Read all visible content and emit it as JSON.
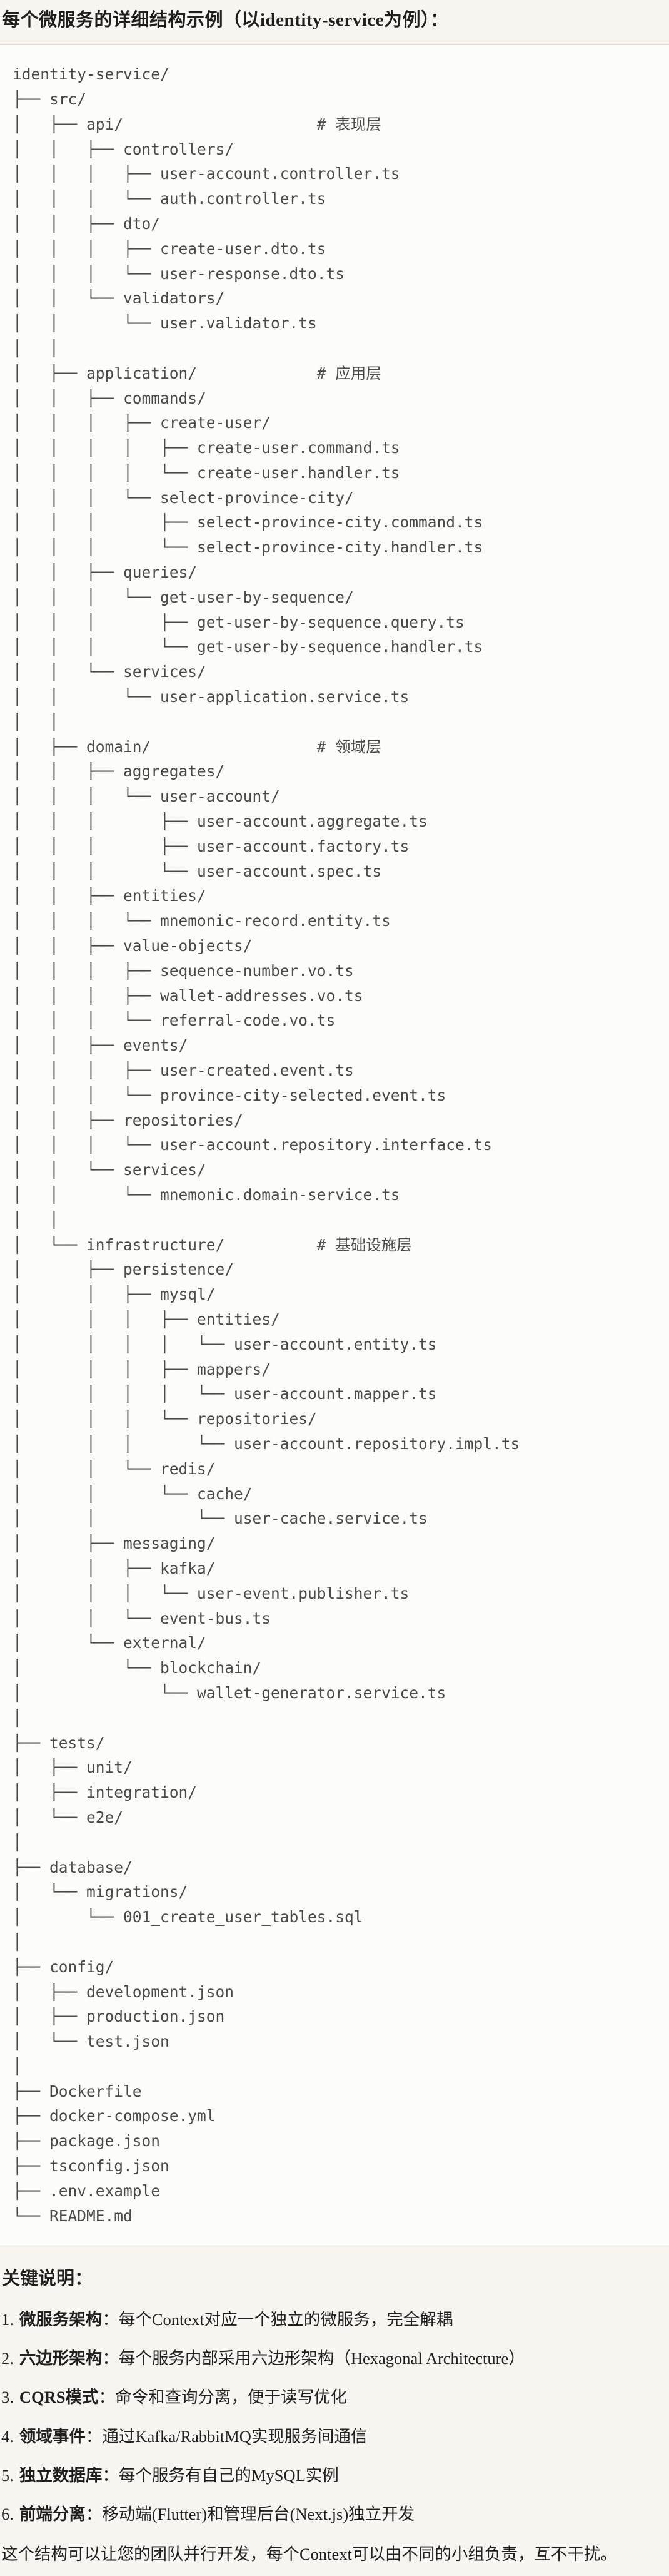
{
  "title": "每个微服务的详细结构示例（以identity-service为例）：",
  "tree": {
    "lines": [
      "identity-service/",
      "├── src/",
      "│   ├── api/                     # 表现层",
      "│   │   ├── controllers/",
      "│   │   │   ├── user-account.controller.ts",
      "│   │   │   └── auth.controller.ts",
      "│   │   ├── dto/",
      "│   │   │   ├── create-user.dto.ts",
      "│   │   │   └── user-response.dto.ts",
      "│   │   └── validators/",
      "│   │       └── user.validator.ts",
      "│   │",
      "│   ├── application/             # 应用层",
      "│   │   ├── commands/",
      "│   │   │   ├── create-user/",
      "│   │   │   │   ├── create-user.command.ts",
      "│   │   │   │   └── create-user.handler.ts",
      "│   │   │   └── select-province-city/",
      "│   │   │       ├── select-province-city.command.ts",
      "│   │   │       └── select-province-city.handler.ts",
      "│   │   ├── queries/",
      "│   │   │   └── get-user-by-sequence/",
      "│   │   │       ├── get-user-by-sequence.query.ts",
      "│   │   │       └── get-user-by-sequence.handler.ts",
      "│   │   └── services/",
      "│   │       └── user-application.service.ts",
      "│   │",
      "│   ├── domain/                  # 领域层",
      "│   │   ├── aggregates/",
      "│   │   │   └── user-account/",
      "│   │   │       ├── user-account.aggregate.ts",
      "│   │   │       ├── user-account.factory.ts",
      "│   │   │       └── user-account.spec.ts",
      "│   │   ├── entities/",
      "│   │   │   └── mnemonic-record.entity.ts",
      "│   │   ├── value-objects/",
      "│   │   │   ├── sequence-number.vo.ts",
      "│   │   │   ├── wallet-addresses.vo.ts",
      "│   │   │   └── referral-code.vo.ts",
      "│   │   ├── events/",
      "│   │   │   ├── user-created.event.ts",
      "│   │   │   └── province-city-selected.event.ts",
      "│   │   ├── repositories/",
      "│   │   │   └── user-account.repository.interface.ts",
      "│   │   └── services/",
      "│   │       └── mnemonic.domain-service.ts",
      "│   │",
      "│   └── infrastructure/          # 基础设施层",
      "│       ├── persistence/",
      "│       │   ├── mysql/",
      "│       │   │   ├── entities/",
      "│       │   │   │   └── user-account.entity.ts",
      "│       │   │   ├── mappers/",
      "│       │   │   │   └── user-account.mapper.ts",
      "│       │   │   └── repositories/",
      "│       │   │       └── user-account.repository.impl.ts",
      "│       │   └── redis/",
      "│       │       └── cache/",
      "│       │           └── user-cache.service.ts",
      "│       ├── messaging/",
      "│       │   ├── kafka/",
      "│       │   │   └── user-event.publisher.ts",
      "│       │   └── event-bus.ts",
      "│       └── external/",
      "│           └── blockchain/",
      "│               └── wallet-generator.service.ts",
      "│",
      "├── tests/",
      "│   ├── unit/",
      "│   ├── integration/",
      "│   └── e2e/",
      "│",
      "├── database/",
      "│   └── migrations/",
      "│       └── 001_create_user_tables.sql",
      "│",
      "├── config/",
      "│   ├── development.json",
      "│   ├── production.json",
      "│   └── test.json",
      "│",
      "├── Dockerfile",
      "├── docker-compose.yml",
      "├── package.json",
      "├── tsconfig.json",
      "├── .env.example",
      "└── README.md"
    ]
  },
  "notes": {
    "heading": "关键说明：",
    "items": [
      {
        "num": "1.",
        "label": "微服务架构",
        "text": "：每个Context对应一个独立的微服务，完全解耦"
      },
      {
        "num": "2.",
        "label": "六边形架构",
        "text": "：每个服务内部采用六边形架构（Hexagonal Architecture）"
      },
      {
        "num": "3.",
        "label": "CQRS模式",
        "text": "：命令和查询分离，便于读写优化"
      },
      {
        "num": "4.",
        "label": "领域事件",
        "text": "：通过Kafka/RabbitMQ实现服务间通信"
      },
      {
        "num": "5.",
        "label": "独立数据库",
        "text": "：每个服务有自己的MySQL实例"
      },
      {
        "num": "6.",
        "label": "前端分离",
        "text": "：移动端(Flutter)和管理后台(Next.js)独立开发"
      }
    ]
  },
  "closing": "这个结构可以让您的团队并行开发，每个Context可以由不同的小组负责，互不干扰。"
}
